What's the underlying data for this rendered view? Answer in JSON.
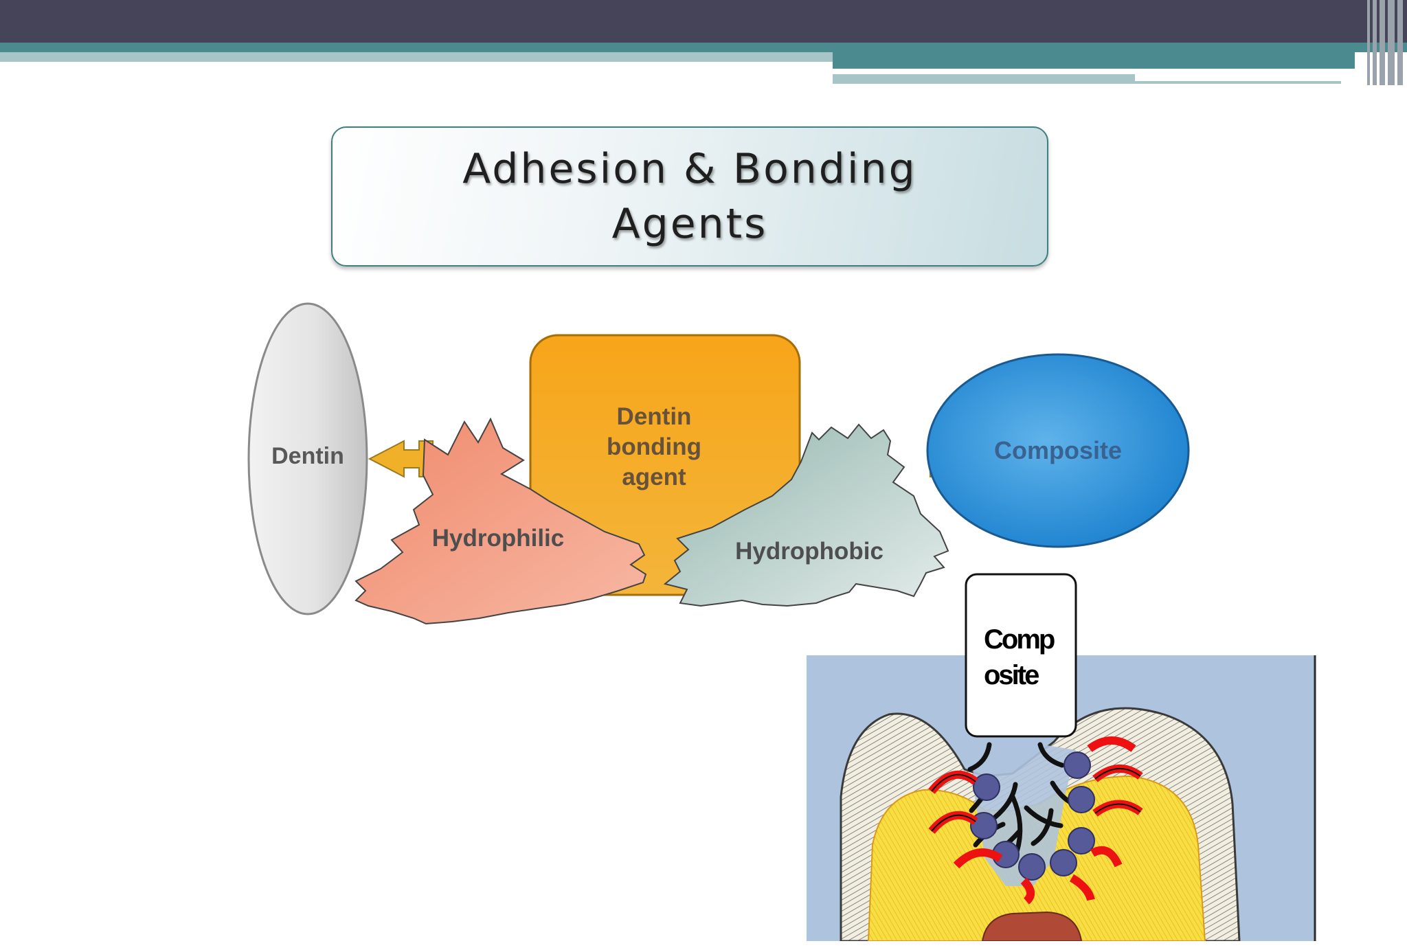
{
  "slide": {
    "title_line1": "Adhesion & Bonding",
    "title_line2": "Agents"
  },
  "diagram": {
    "dentin": "Dentin",
    "bonding_line1": "Dentin",
    "bonding_line2": "bonding",
    "bonding_line3": "agent",
    "hydrophilic": "Hydrophilic",
    "hydrophobic": "Hydrophobic",
    "composite": "Composite"
  },
  "tooth_figure": {
    "label_line1": "Comp",
    "label_line2": "osite"
  },
  "colors": {
    "header_dark": "#464458",
    "header_teal": "#4b8b8f",
    "bonding_agent": "#f6a716",
    "hydrophilic": "#f08f74",
    "hydrophobic": "#a9c5be",
    "composite": "#2a8fd6",
    "dentin": "#d8d8d8"
  }
}
